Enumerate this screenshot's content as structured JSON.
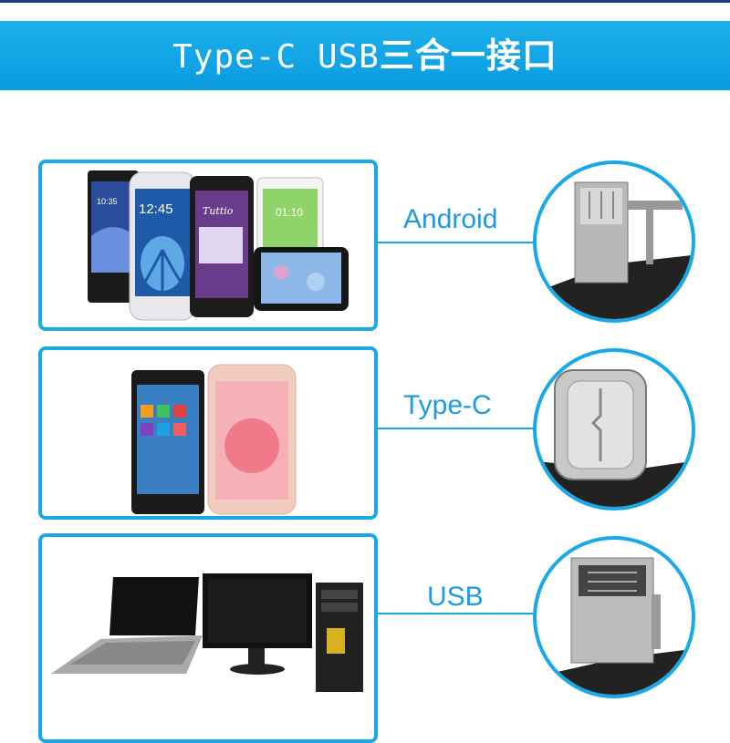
{
  "banner": {
    "title_latin": "Type-C USB",
    "title_cn": "三合一接口"
  },
  "rows": [
    {
      "label": "Android",
      "device": "phones",
      "connector": "micro-usb"
    },
    {
      "label": "Type-C",
      "device": "typec-phones",
      "connector": "type-c"
    },
    {
      "label": "USB",
      "device": "computers",
      "connector": "usb"
    }
  ],
  "phone_screens": {
    "time1": "10:35",
    "time2": "12:45",
    "app_name": "Tuttio",
    "time3": "01:10"
  },
  "colors": {
    "accent": "#19a9e8",
    "banner": "#0a9be0",
    "label_text": "#1a9be2"
  }
}
